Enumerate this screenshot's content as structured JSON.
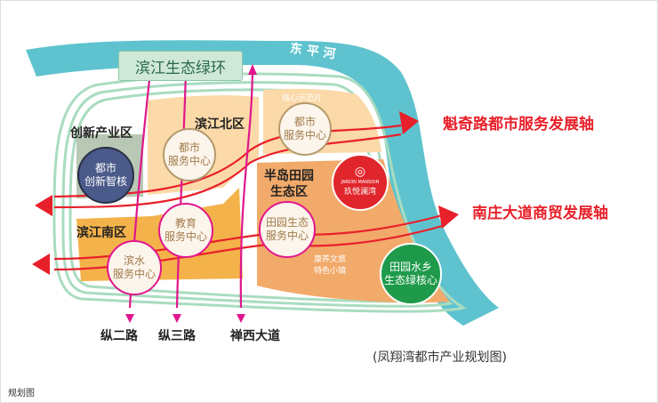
{
  "title_box": "滨江生态绿环",
  "river": "东 平 河",
  "zones": {
    "innovation": "创新产业区",
    "binjiang_north": "滨江北区",
    "binjiang_south": "滨江南区",
    "peninsula_line1": "半岛田园",
    "peninsula_line2": "生态区",
    "core_demo": "核心示范片",
    "wellness_line1": "康养文旅",
    "wellness_line2": "特色小镇"
  },
  "centers": {
    "innovation_core": [
      "都市",
      "创新智核"
    ],
    "urban_service_1": [
      "都市",
      "服务中心"
    ],
    "urban_service_2": [
      "都市",
      "服务中心"
    ],
    "education_service": [
      "教育",
      "服务中心"
    ],
    "waterfront_service": [
      "滨水",
      "服务中心"
    ],
    "pastoral_service": [
      "田园生态",
      "服务中心"
    ],
    "jardin_en": "JARDIN MANSION",
    "jardin_cn": "玖悦澜湾",
    "green_core": [
      "田园水乡",
      "生态绿核心"
    ]
  },
  "axes": {
    "kuiqi": "魁奇路都市服务发展轴",
    "nanzhuang": "南庄大道商贸发展轴"
  },
  "roads": {
    "zong2": "纵二路",
    "zong3": "纵三路",
    "chanxi": "禅西大道"
  },
  "caption": "(凤翔湾都市产业规划图)",
  "footer_label": "规划图",
  "colors": {
    "river": "#5ec3cf",
    "axis_red": "#e8202a",
    "road_pink": "#e0168c",
    "green_ring": "#a9dcc0"
  }
}
